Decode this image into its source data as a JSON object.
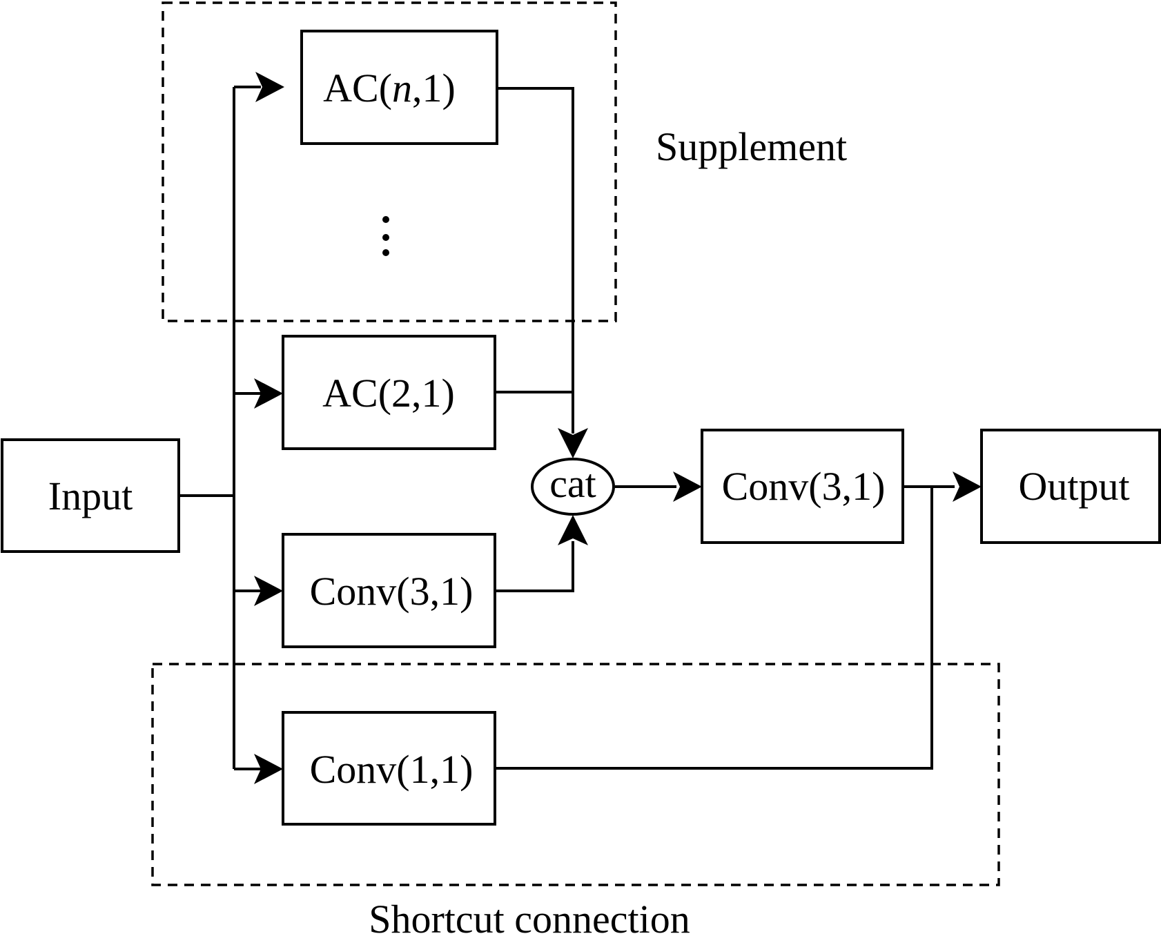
{
  "nodes": {
    "input": "Input",
    "ac_n_prefix": "AC(",
    "ac_n_var": "n",
    "ac_n_suffix": ",1)",
    "ac_2": "AC(2,1)",
    "conv31_branch": "Conv(3,1)",
    "conv11": "Conv(1,1)",
    "cat": "cat",
    "conv31_main": "Conv(3,1)",
    "output": "Output"
  },
  "groups": {
    "supplement": "Supplement",
    "shortcut": "Shortcut connection"
  }
}
